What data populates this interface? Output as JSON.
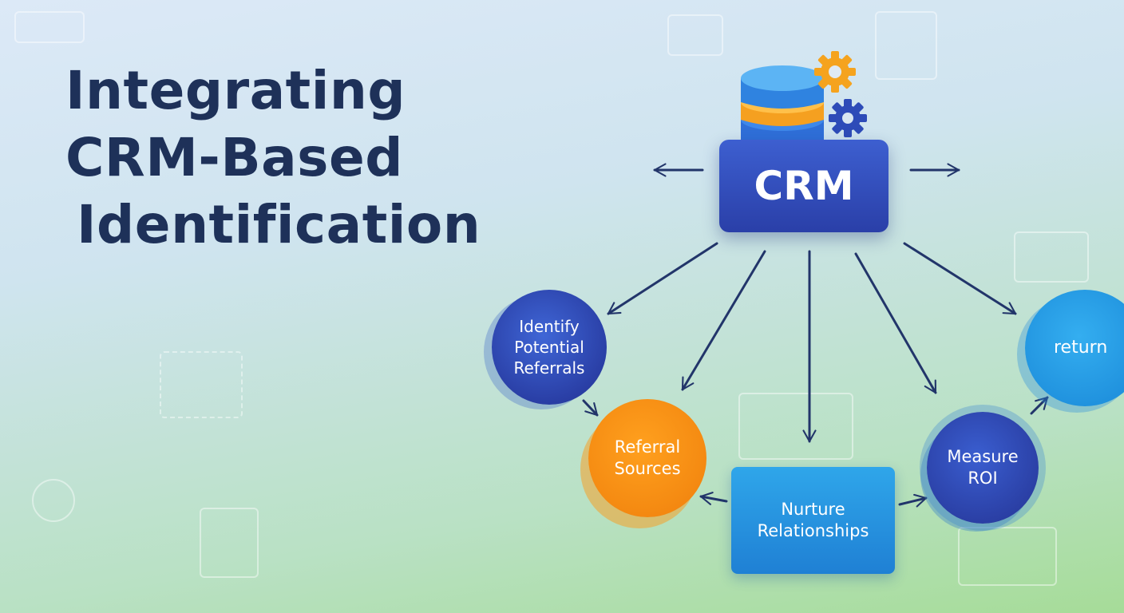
{
  "title": {
    "line1": "Integrating",
    "line2": "CRM-Based",
    "line3": "Identification"
  },
  "hub": {
    "label": "CRM",
    "icon": "database-gears-icon"
  },
  "nodes": {
    "identify": {
      "line1": "Identify",
      "line2": "Potential",
      "line3": "Referrals"
    },
    "referral_sources": {
      "line1": "Referral",
      "line2": "Sources"
    },
    "nurture": {
      "line1": "Nurture",
      "line2": "Relationships"
    },
    "measure": {
      "line1": "Measure",
      "line2": "ROI"
    },
    "return": {
      "label": "return"
    }
  },
  "colors": {
    "title": "#1e3159",
    "hub": "#2f47b8",
    "arrow": "#22356a",
    "orange": "#f58b12",
    "light_blue": "#1f8fdc"
  }
}
